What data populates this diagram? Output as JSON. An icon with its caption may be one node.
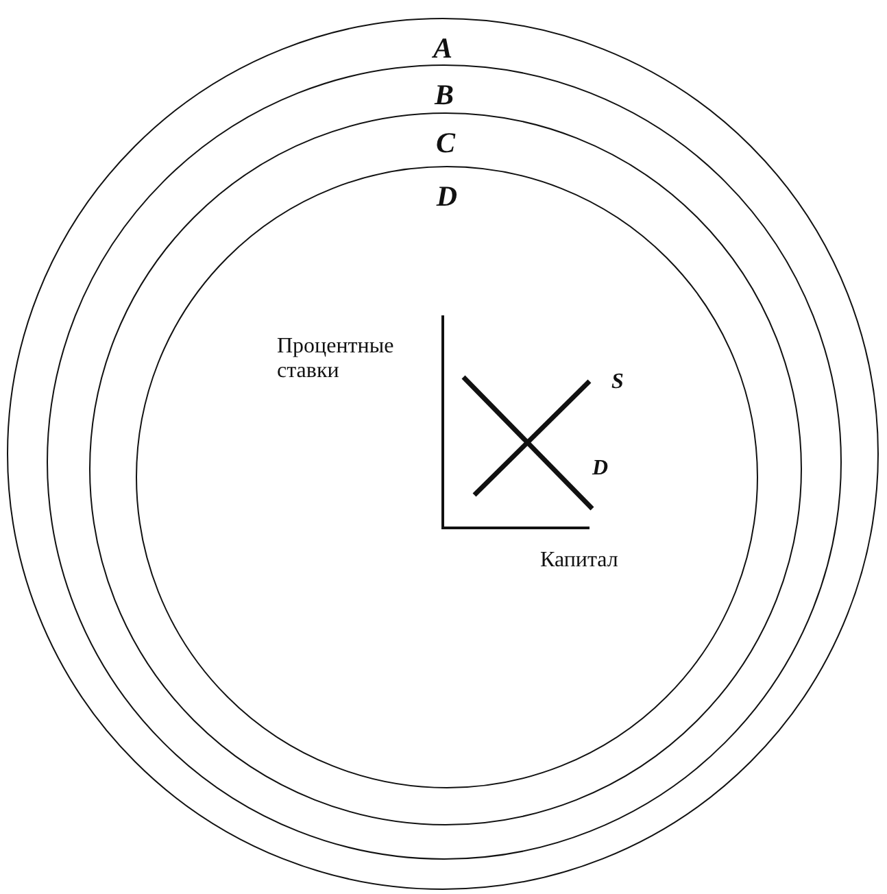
{
  "diagram": {
    "nodes": [
      {
        "text": [
          "A"
        ]
      },
      {
        "text": [
          "B"
        ],
        "in": 0
      },
      {
        "text": [
          "C"
        ],
        "in": 1
      },
      {
        "text": [
          "D"
        ],
        "in": 2
      }
    ],
    "labels": [
      "Процентные ставки",
      "S",
      "D",
      "Капитал"
    ]
  }
}
